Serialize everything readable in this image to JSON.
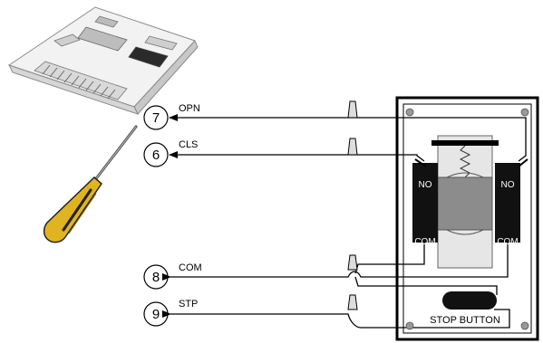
{
  "terminals": [
    {
      "number": "7",
      "wire": "OPN"
    },
    {
      "number": "6",
      "wire": "CLS"
    },
    {
      "number": "8",
      "wire": "COM"
    },
    {
      "number": "9",
      "wire": "STP"
    }
  ],
  "switch": {
    "left_no": "NO",
    "left_com": "COM",
    "right_no": "NO",
    "right_com": "COM"
  },
  "stop_button_label": "STOP BUTTON",
  "colors": {
    "line": "#000000",
    "handle": "#e0b420",
    "panel_bg": "#ffffff",
    "switch_block": "#111111",
    "plunger": "#909090"
  },
  "icons": [
    "control-board-icon",
    "screwdriver-icon",
    "wire-nut-icon"
  ]
}
